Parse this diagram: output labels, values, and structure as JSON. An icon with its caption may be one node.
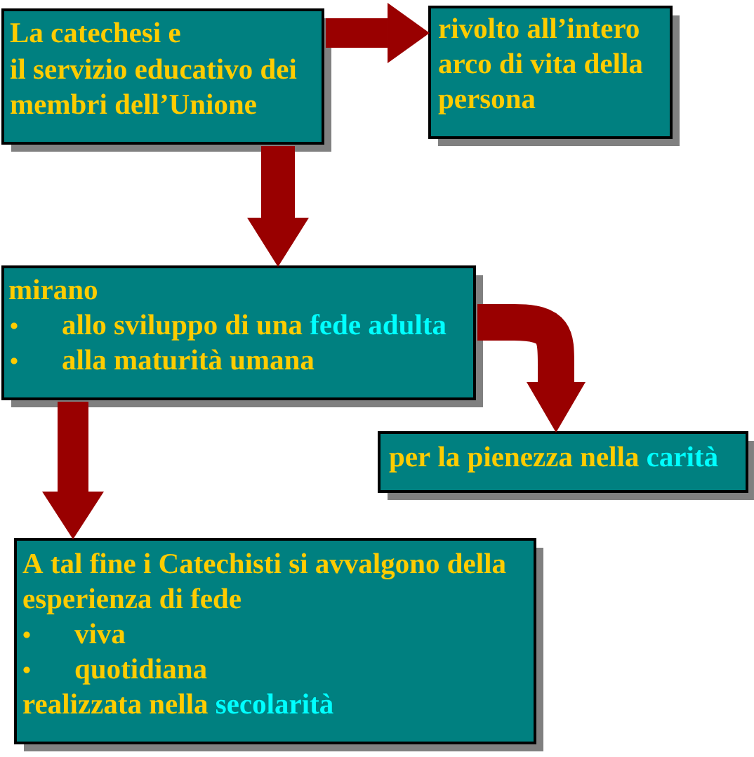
{
  "diagram": {
    "nodes": [
      {
        "text": [
          "La catechesi e",
          "il servizio educativo dei membri dell’Unione"
        ]
      },
      {
        "text": [
          "rivolto all’intero arco di vita della persona"
        ]
      },
      {
        "text": [
          "mirano",
          "allo sviluppo di una",
          "fede adulta",
          "alla maturità umana"
        ]
      },
      {
        "text": [
          "per la pienezza nella",
          "carità"
        ]
      },
      {
        "text": [
          "A tal fine i Catechisti si avvalgono della esperienza di fede",
          "viva",
          "quotidiana",
          "realizzata nella",
          "secolarità"
        ]
      }
    ],
    "edges": [
      {
        "from": 0,
        "to": 1,
        "arrow": "to"
      },
      {
        "from": 0,
        "to": 2,
        "arrow": "to"
      },
      {
        "from": 2,
        "to": 3,
        "arrow": "to"
      },
      {
        "from": 2,
        "to": 4,
        "arrow": "to"
      }
    ]
  }
}
